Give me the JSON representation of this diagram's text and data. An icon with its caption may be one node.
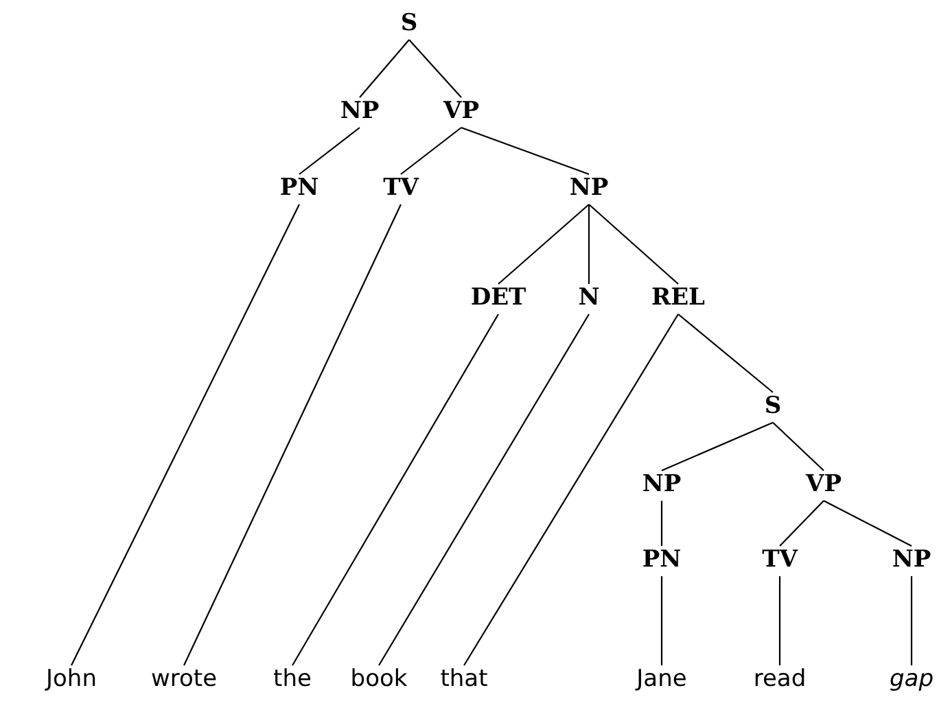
{
  "diagram": {
    "nodes": [
      {
        "text": [
          "S"
        ]
      },
      {
        "text": [
          "NP"
        ]
      },
      {
        "text": [
          "VP"
        ]
      },
      {
        "text": [
          "PN"
        ]
      },
      {
        "text": [
          "TV"
        ]
      },
      {
        "text": [
          "NP"
        ]
      },
      {
        "text": [
          "DET"
        ]
      },
      {
        "text": [
          "N"
        ]
      },
      {
        "text": [
          "REL"
        ]
      },
      {
        "text": [
          "S"
        ]
      },
      {
        "text": [
          "NP"
        ]
      },
      {
        "text": [
          "VP"
        ]
      },
      {
        "text": [
          "PN"
        ]
      },
      {
        "text": [
          "TV"
        ]
      },
      {
        "text": [
          "NP"
        ]
      },
      {
        "text": [
          "John"
        ]
      },
      {
        "text": [
          "wrote"
        ]
      },
      {
        "text": [
          "the"
        ]
      },
      {
        "text": [
          "book"
        ]
      },
      {
        "text": [
          "that"
        ]
      },
      {
        "text": [
          "Jane"
        ]
      },
      {
        "text": [
          "read"
        ]
      },
      {
        "text": [
          "gap"
        ]
      }
    ],
    "edges": [
      {
        "from": 0,
        "to": 1,
        "arrow": "none"
      },
      {
        "from": 0,
        "to": 2,
        "arrow": "none"
      },
      {
        "from": 1,
        "to": 3,
        "arrow": "none"
      },
      {
        "from": 2,
        "to": 4,
        "arrow": "none"
      },
      {
        "from": 2,
        "to": 5,
        "arrow": "none"
      },
      {
        "from": 5,
        "to": 6,
        "arrow": "none"
      },
      {
        "from": 5,
        "to": 7,
        "arrow": "none"
      },
      {
        "from": 5,
        "to": 8,
        "arrow": "none"
      },
      {
        "from": 8,
        "to": 9,
        "arrow": "none"
      },
      {
        "from": 9,
        "to": 10,
        "arrow": "none"
      },
      {
        "from": 9,
        "to": 11,
        "arrow": "none"
      },
      {
        "from": 10,
        "to": 12,
        "arrow": "none"
      },
      {
        "from": 11,
        "to": 13,
        "arrow": "none"
      },
      {
        "from": 11,
        "to": 14,
        "arrow": "none"
      },
      {
        "from": 3,
        "to": 15,
        "arrow": "none"
      },
      {
        "from": 4,
        "to": 16,
        "arrow": "none"
      },
      {
        "from": 6,
        "to": 17,
        "arrow": "none"
      },
      {
        "from": 7,
        "to": 18,
        "arrow": "none"
      },
      {
        "from": 8,
        "to": 19,
        "arrow": "none"
      },
      {
        "from": 12,
        "to": 20,
        "arrow": "none"
      },
      {
        "from": 13,
        "to": 21,
        "arrow": "none"
      },
      {
        "from": 14,
        "to": 22,
        "arrow": "none"
      }
    ]
  }
}
